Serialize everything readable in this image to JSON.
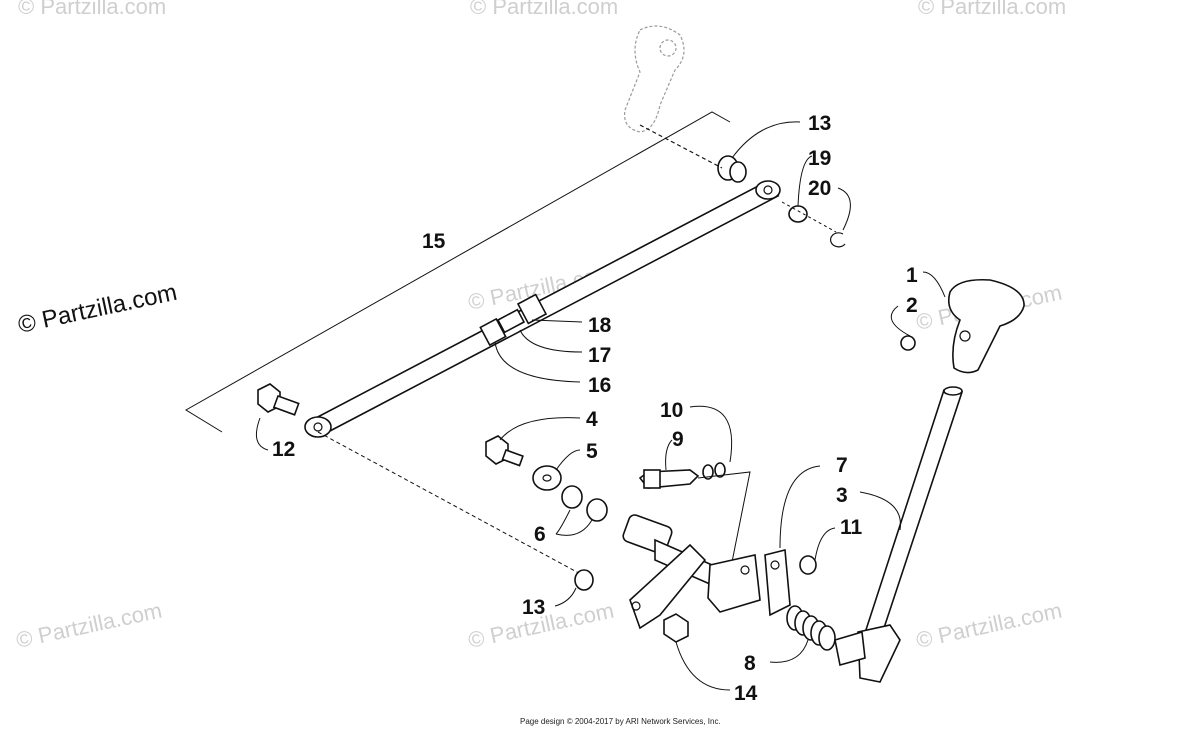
{
  "diagram": {
    "callouts": [
      "13",
      "19",
      "20",
      "15",
      "1",
      "2",
      "18",
      "17",
      "16",
      "12",
      "4",
      "5",
      "10",
      "9",
      "7",
      "3",
      "11",
      "6",
      "13",
      "8",
      "14"
    ],
    "brand_label": "© Partzilla.com",
    "watermark_text": "Partzilla.com",
    "footer_text": "Page design © 2004-2017 by ARI Network Services, Inc."
  }
}
